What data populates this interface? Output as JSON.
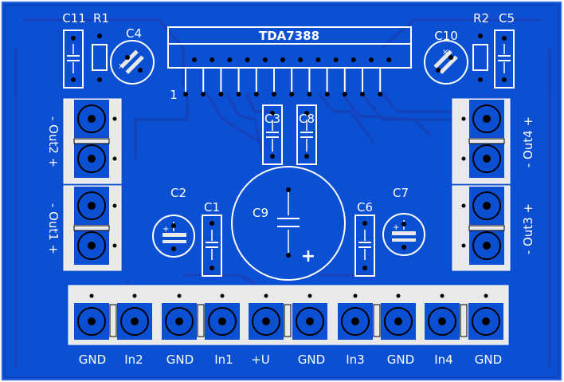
{
  "board": {
    "ic_label": "TDA7388",
    "pin1_label": "1",
    "components": {
      "c11": "C11",
      "r1": "R1",
      "c4": "C4",
      "r2": "R2",
      "c5": "C5",
      "c10": "C10",
      "c3": "C3",
      "c8": "C8",
      "c2": "C2",
      "c1": "C1",
      "c9": "C9",
      "c6": "C6",
      "c7": "C7"
    },
    "plus_mark": "+",
    "outputs": {
      "left_top": "- Out2 +",
      "left_bottom": "- Out1 +",
      "right_top": "- Out4 +",
      "right_bottom": "- Out3 +"
    },
    "terminals": [
      "GND",
      "In2",
      "GND",
      "In1",
      "+U",
      "GND",
      "In3",
      "GND",
      "In4",
      "GND"
    ]
  },
  "colors": {
    "copper": "#0b4fd3",
    "board_edge": "#ffffff",
    "trace": "#1a3fb5",
    "silk": "#ffffff",
    "block": "#e9e9e9"
  }
}
